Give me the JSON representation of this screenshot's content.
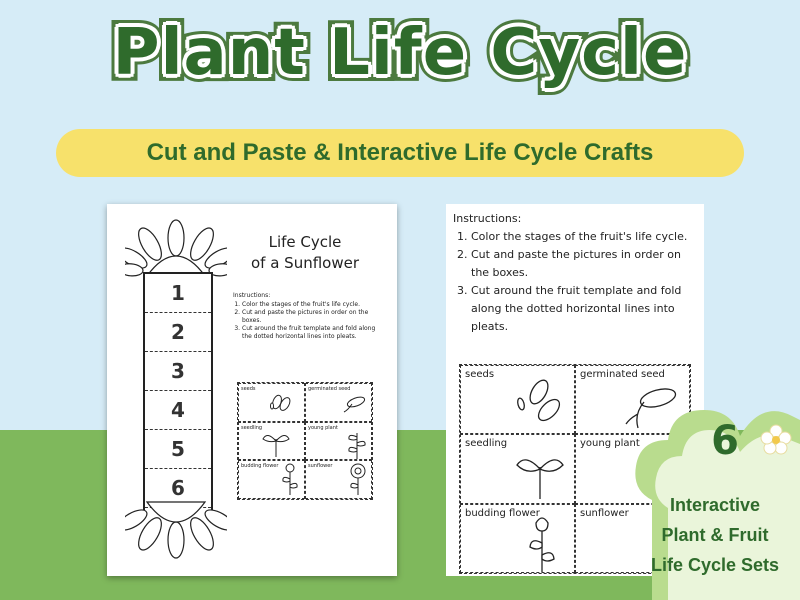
{
  "header": {
    "title": "Plant Life Cycle",
    "subtitle": "Cut and Paste & Interactive Life Cycle Crafts"
  },
  "worksheet_left": {
    "title_line1": "Life Cycle",
    "title_line2": "of a Sunflower",
    "numbers": [
      "1",
      "2",
      "3",
      "4",
      "5",
      "6"
    ],
    "instructions_heading": "Instructions:",
    "instructions": [
      "Color the stages of the fruit's life cycle.",
      "Cut and paste the pictures in order on the boxes.",
      "Cut around the fruit template and fold along the dotted horizontal lines into pleats."
    ],
    "cells": [
      "seeds",
      "germinated seed",
      "seedling",
      "young plant",
      "budding flower",
      "sunflower"
    ]
  },
  "worksheet_right": {
    "instructions_heading": "Instructions:",
    "instructions": [
      "Color the stages of the fruit's life cycle.",
      "Cut and paste the pictures in order on the boxes.",
      "Cut around the fruit template and fold along the dotted horizontal lines into pleats."
    ],
    "cells": [
      "seeds",
      "germinated seed",
      "seedling",
      "young plant",
      "budding flower",
      "sunflower"
    ]
  },
  "badge": {
    "number": "6",
    "line1": "Interactive",
    "line2": "Plant & Fruit",
    "line3": "Life Cycle Sets"
  },
  "colors": {
    "sky": "#d6ecf7",
    "grass": "#7fb85c",
    "title_green": "#2f6b2c",
    "subtitle_yellow": "#f7e16b",
    "badge_green": "#b9dc8e"
  }
}
